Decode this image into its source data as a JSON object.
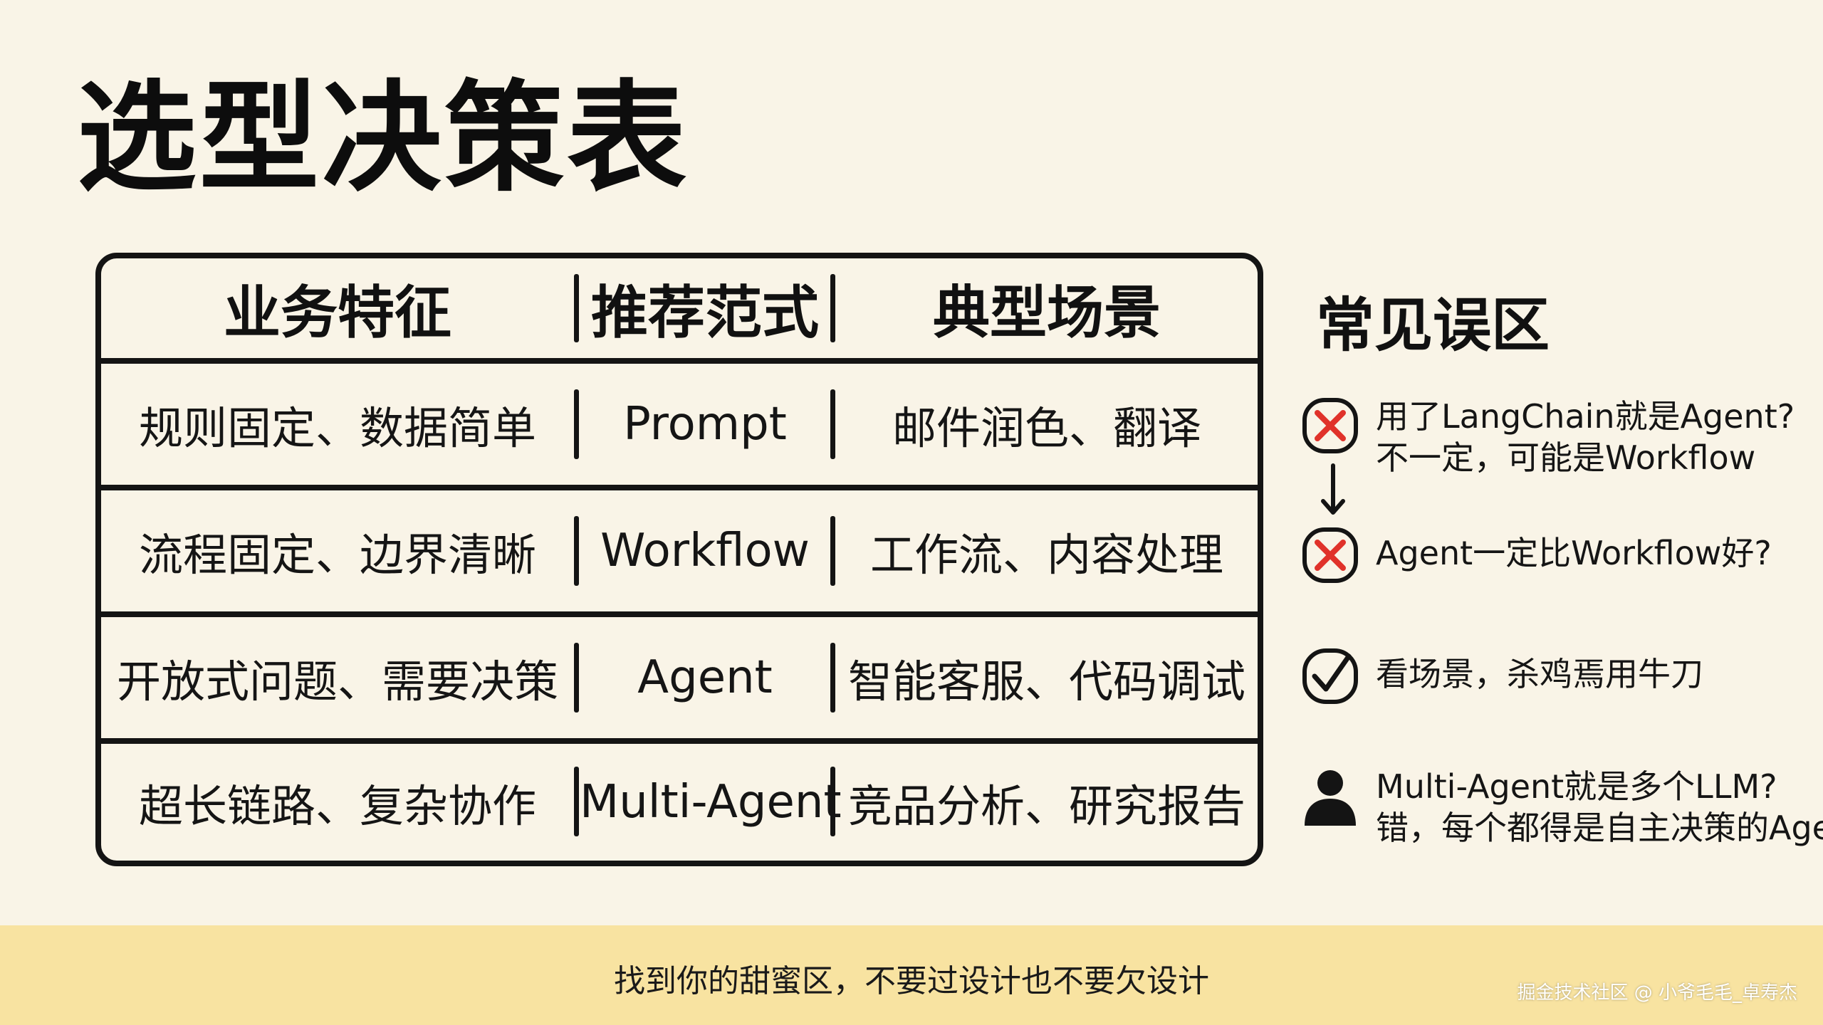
{
  "title": "选型决策表",
  "table": {
    "headers": [
      "业务特征",
      "推荐范式",
      "典型场景"
    ],
    "rows": [
      [
        "规则固定、数据简单",
        "Prompt",
        "邮件润色、翻译"
      ],
      [
        "流程固定、边界清晰",
        "Workflow",
        "工作流、内容处理"
      ],
      [
        "开放式问题、需要决策",
        "Agent",
        "智能客服、代码调试"
      ],
      [
        "超长链路、复杂协作",
        "Multi-Agent",
        "竞品分析、研究报告"
      ]
    ]
  },
  "side": {
    "title": "常见误区",
    "items": [
      {
        "icon": "cross-icon",
        "lines": [
          "用了LangChain就是Agent?",
          "不一定，可能是Workflow"
        ]
      },
      {
        "icon": "cross-icon",
        "lines": [
          "Agent一定比Workflow好?"
        ]
      },
      {
        "icon": "check-icon",
        "lines": [
          "看场景，杀鸡焉用牛刀"
        ]
      },
      {
        "icon": "person-icon",
        "lines": [
          "Multi-Agent就是多个LLM?",
          "错，每个都得是自主决策的Agent"
        ]
      }
    ]
  },
  "footer": {
    "text": "找到你的甜蜜区，不要过设计也不要欠设计",
    "watermark": "掘金技术社区 @ 小爷毛毛_卓寿杰"
  },
  "colors": {
    "background": "#f9f4e7",
    "footer_band": "#f8e3a1",
    "cross_red": "#e0322a",
    "ink": "#141414"
  }
}
